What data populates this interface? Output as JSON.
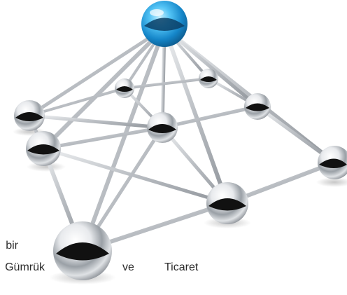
{
  "caption": {
    "line1_fragment": "bir",
    "line2_fragment": "Gümrük",
    "word_ve": "ve",
    "word_ticaret": "Ticaret"
  },
  "colors": {
    "background": "#ffffff",
    "hub_sphere": "#2e9fe0",
    "chrome_sphere": "#d9dde2",
    "rod": "#c2c6cb"
  },
  "scene": {
    "description_icon": "network-pyramid-icon",
    "hub_count": 1,
    "node_count": 9
  }
}
